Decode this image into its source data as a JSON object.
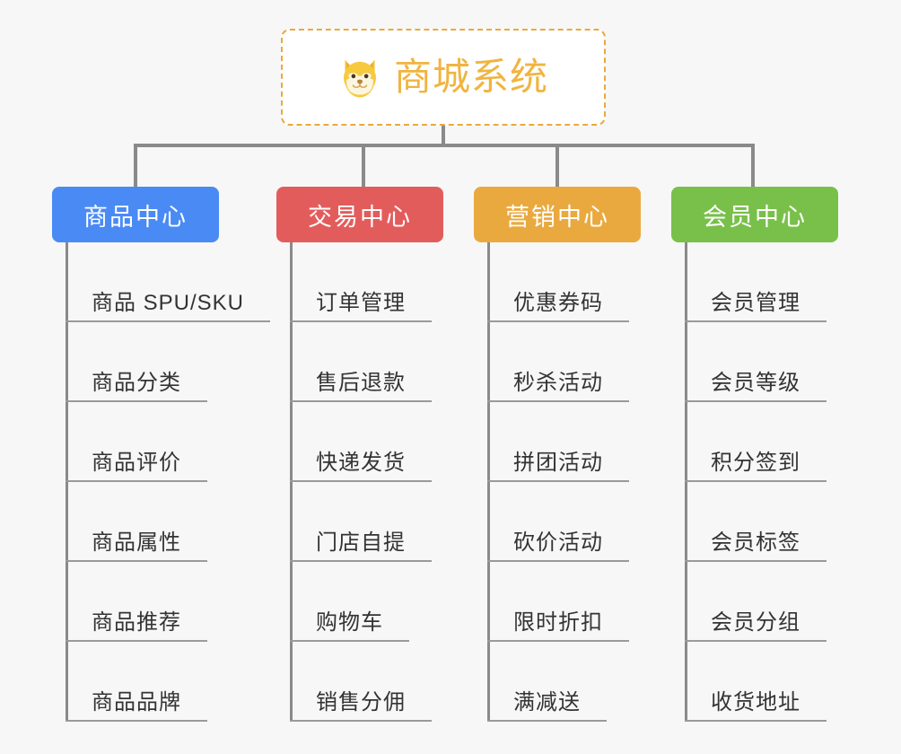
{
  "page": {
    "background_color": "#f7f7f7",
    "line_color": "#8a8a8a"
  },
  "root": {
    "title": "商城系统",
    "icon": "shiba-dog-face-icon",
    "text_color": "#f0b440",
    "border_color": "#e9a93c",
    "background_color": "#ffffff"
  },
  "categories": [
    {
      "label": "商品中心",
      "color": "#4a8af4",
      "items": [
        "商品 SPU/SKU",
        "商品分类",
        "商品评价",
        "商品属性",
        "商品推荐",
        "商品品牌"
      ]
    },
    {
      "label": "交易中心",
      "color": "#e35c5c",
      "items": [
        "订单管理",
        "售后退款",
        "快递发货",
        "门店自提",
        "购物车",
        "销售分佣"
      ]
    },
    {
      "label": "营销中心",
      "color": "#eaa93f",
      "items": [
        "优惠券码",
        "秒杀活动",
        "拼团活动",
        "砍价活动",
        "限时折扣",
        "满减送"
      ]
    },
    {
      "label": "会员中心",
      "color": "#79c04a",
      "items": [
        "会员管理",
        "会员等级",
        "积分签到",
        "会员标签",
        "会员分组",
        "收货地址"
      ]
    }
  ]
}
